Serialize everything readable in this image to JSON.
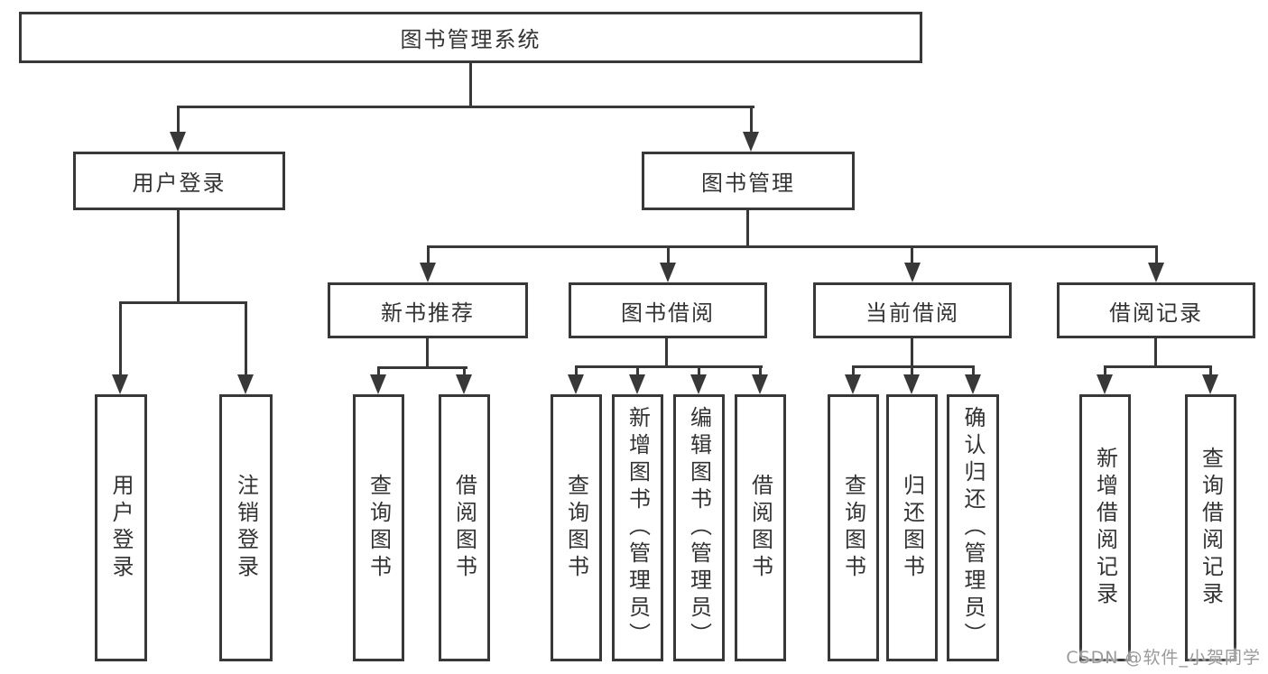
{
  "tree": {
    "label": "图书管理系统",
    "children": [
      {
        "label": "用户登录",
        "children": [
          {
            "label": "用户登录"
          },
          {
            "label": "注销登录"
          }
        ]
      },
      {
        "label": "图书管理",
        "children": [
          {
            "label": "新书推荐",
            "children": [
              {
                "label": "查询图书"
              },
              {
                "label": "借阅图书"
              }
            ]
          },
          {
            "label": "图书借阅",
            "children": [
              {
                "label": "查询图书"
              },
              {
                "label": "新增图书（管理员）"
              },
              {
                "label": "编辑图书（管理员）"
              },
              {
                "label": "借阅图书"
              }
            ]
          },
          {
            "label": "当前借阅",
            "children": [
              {
                "label": "查询图书"
              },
              {
                "label": "归还图书"
              },
              {
                "label": "确认归还（管理员）"
              }
            ]
          },
          {
            "label": "借阅记录",
            "children": [
              {
                "label": "新增借阅记录"
              },
              {
                "label": "查询借阅记录"
              }
            ]
          }
        ]
      }
    ]
  },
  "watermark": "CSDN @软件_小贺同学",
  "colors": {
    "line": "#383838",
    "text": "#333333",
    "background": "#ffffff",
    "watermark": "#9a9a9a"
  }
}
